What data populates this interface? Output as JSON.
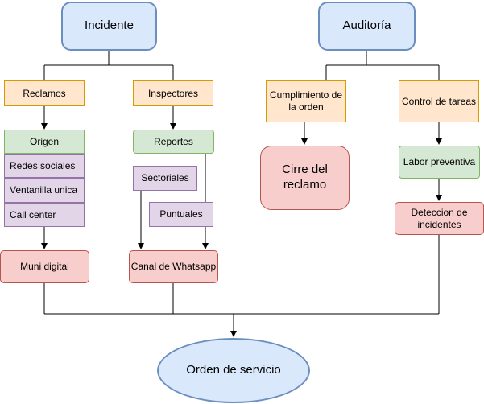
{
  "nodes": {
    "incidente": "Incidente",
    "auditoria": "Auditoría",
    "reclamos": "Reclamos",
    "inspectores": "Inspectores",
    "cumplimiento": "Cumplimiento de la orden",
    "control": "Control de tareas",
    "origen": "Origen",
    "redes": "Redes sociales",
    "ventanilla": "Ventanilla unica",
    "callcenter": "Call center",
    "reportes": "Reportes",
    "sectoriales": "Sectoriales",
    "puntuales": "Puntuales",
    "cierre": "Cirre del reclamo",
    "labor": "Labor preventiva",
    "deteccion": "Deteccion de incidentes",
    "muni": "Muni digital",
    "canal": "Canal de Whatsapp",
    "orden": "Orden de servicio"
  },
  "colors": {
    "blue_fill": "#dae8fc",
    "blue_stroke": "#6c8ebf",
    "orange_fill": "#ffe6cc",
    "orange_stroke": "#d79b00",
    "green_fill": "#d5e8d4",
    "green_stroke": "#82b366",
    "purple_fill": "#e1d5e7",
    "purple_stroke": "#9673a6",
    "red_fill": "#f8cecc",
    "red_stroke": "#b85450"
  }
}
